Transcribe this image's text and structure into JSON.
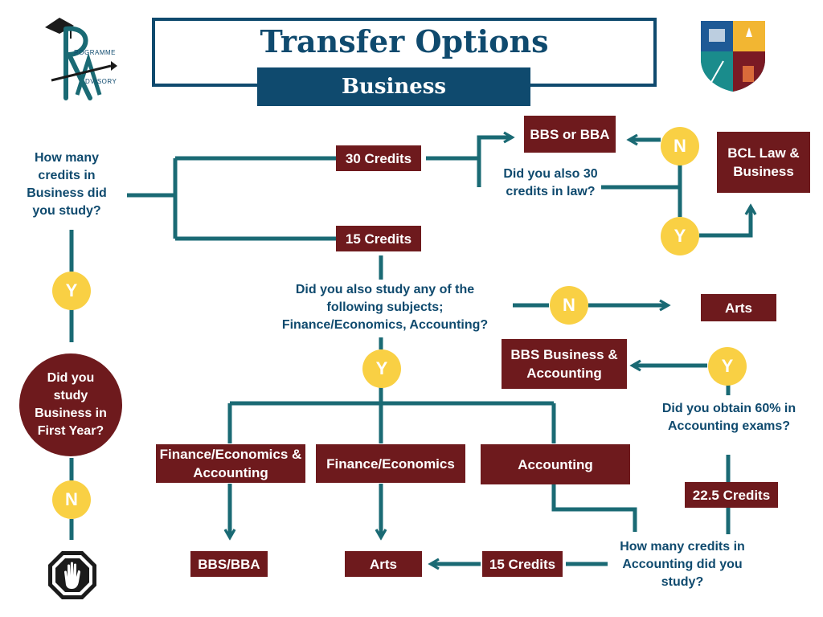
{
  "header": {
    "title": "Transfer Options",
    "subtitle": "Business"
  },
  "logo_left": {
    "line1": "ROGRAMME",
    "line2": "DVISORY"
  },
  "questions": {
    "credits_business": "How many credits in Business did you study?",
    "also_law": "Did you also 30 credits in law?",
    "also_subjects": "Did you also study any of the following subjects; Finance/Economics, Accounting?",
    "first_year": "Did you study Business in First Year?",
    "accounting_60": "Did you obtain 60% in Accounting exams?",
    "accounting_credits": "How many credits in Accounting did you study?"
  },
  "boxes": {
    "credits_30": "30 Credits",
    "credits_15_top": "15 Credits",
    "bbs_or_bba": "BBS or BBA",
    "bcl_law": "BCL Law & Business",
    "arts_top": "Arts",
    "bbs_accounting": "BBS Business & Accounting",
    "fin_econ_acc": "Finance/Economics & Accounting",
    "fin_econ": "Finance/Economics",
    "accounting": "Accounting",
    "credits_22_5": "22.5 Credits",
    "bbs_bba": "BBS/BBA",
    "arts_bottom": "Arts",
    "credits_15_bottom": "15 Credits"
  },
  "answers": {
    "yes": "Y",
    "no": "N"
  },
  "icons": {
    "stop": "stop-hand-icon",
    "crest": "university-crest-icon",
    "logo": "programme-advisory-logo-icon"
  },
  "colors": {
    "navy": "#0f4a6e",
    "maroon": "#6e1a1d",
    "teal": "#1a6a74",
    "yellow": "#f9d044"
  }
}
